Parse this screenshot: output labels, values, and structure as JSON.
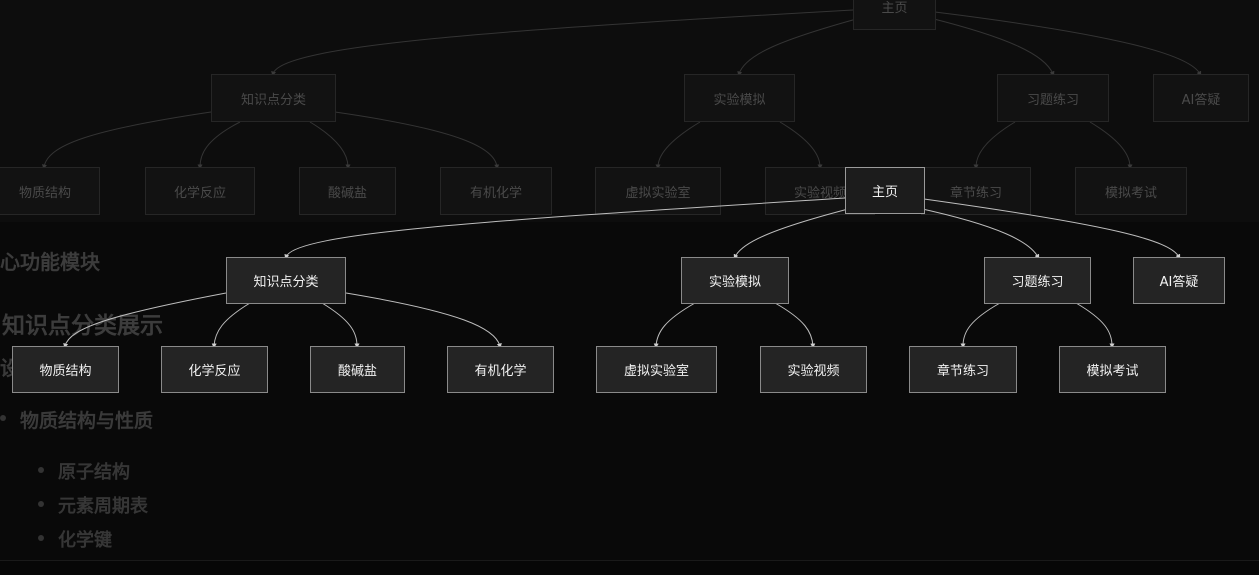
{
  "diagram": {
    "root": "主页",
    "categories": [
      {
        "label": "知识点分类",
        "children": [
          "物质结构",
          "化学反应",
          "酸碱盐",
          "有机化学"
        ]
      },
      {
        "label": "实验模拟",
        "children": [
          "虚拟实验室",
          "实验视频"
        ]
      },
      {
        "label": "习题练习",
        "children": [
          "章节练习",
          "模拟考试"
        ]
      },
      {
        "label": "AI答疑",
        "children": []
      }
    ]
  },
  "document": {
    "section_heading_fragment": "心功能模块",
    "subsection_heading": "知识点分类展示",
    "truncated_char": "设",
    "list_item": "物质结构与性质",
    "sub_items": [
      "原子结构",
      "元素周期表",
      "化学键"
    ]
  }
}
